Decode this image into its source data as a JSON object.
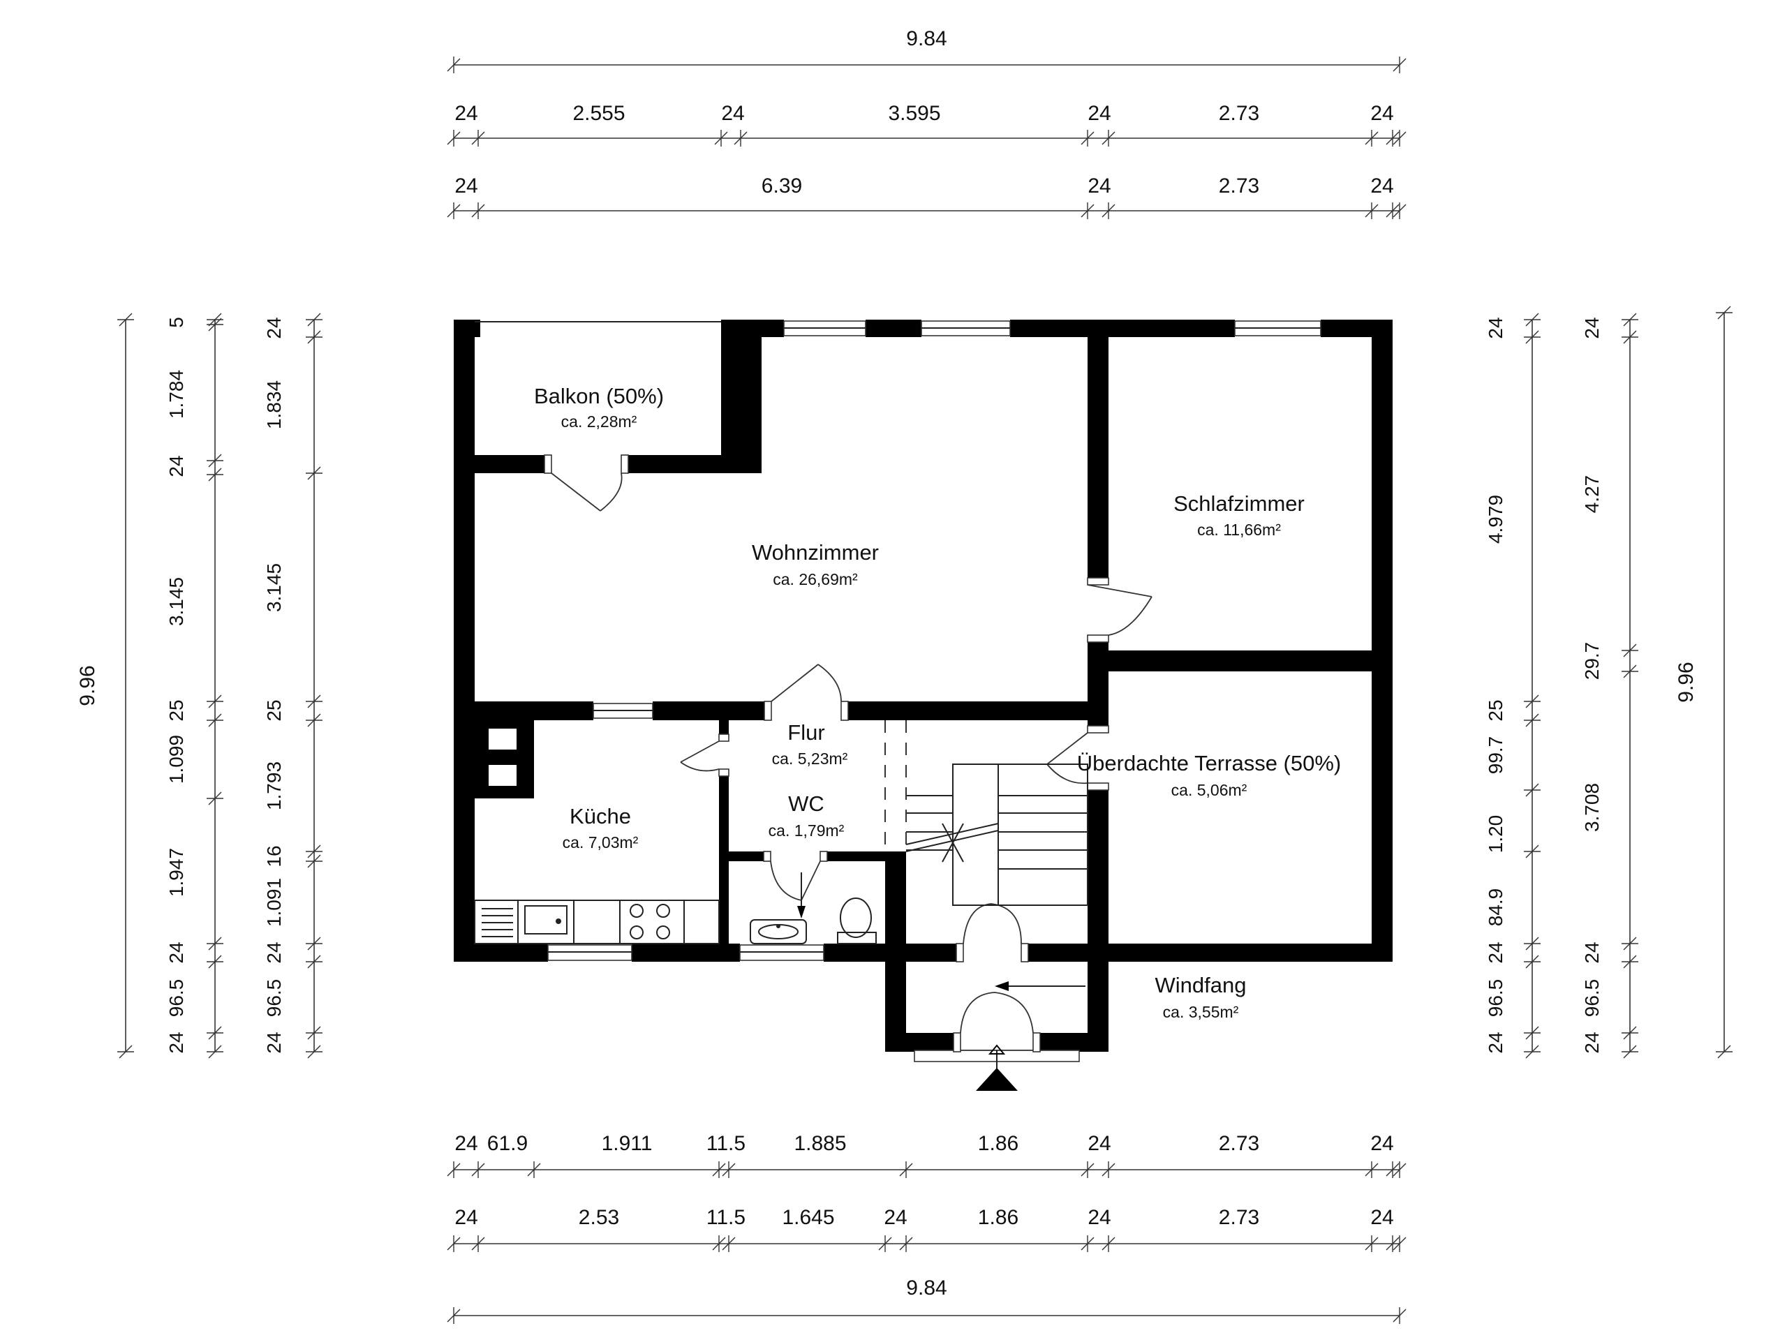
{
  "rooms": {
    "balkon": {
      "name": "Balkon (50%)",
      "area": "ca. 2,28m²"
    },
    "wohnzimmer": {
      "name": "Wohnzimmer",
      "area": "ca.  26,69m²"
    },
    "schlafzimmer": {
      "name": "Schlafzimmer",
      "area": "ca. 11,66m²"
    },
    "flur": {
      "name": "Flur",
      "area": "ca. 5,23m²"
    },
    "kueche": {
      "name": "Küche",
      "area": "ca. 7,03m²"
    },
    "wc": {
      "name": "WC",
      "area": "ca. 1,79m²"
    },
    "terrasse": {
      "name": "Überdachte Terrasse (50%)",
      "area": "ca. 5,06m²"
    },
    "windfang": {
      "name": "Windfang",
      "area": "ca. 3,55m²"
    }
  },
  "dimensions": {
    "top_total": "9.84",
    "top_row1": [
      "24",
      "2.555",
      "24",
      "3.595",
      "24",
      "2.73",
      "24"
    ],
    "top_row2": [
      "24",
      "6.39",
      "24",
      "2.73",
      "24"
    ],
    "bottom_row1": [
      "24",
      "61.9",
      "1.911",
      "11.5",
      "1.885",
      "1.86",
      "24",
      "2.73",
      "24"
    ],
    "bottom_row2": [
      "24",
      "2.53",
      "11.5",
      "1.645",
      "24",
      "1.86",
      "24",
      "2.73",
      "24"
    ],
    "bottom_total": "9.84",
    "left_total": "9.96",
    "left_col1": [
      "5",
      "1.784",
      "24",
      "3.145",
      "25",
      "1.099",
      "1.947",
      "24",
      "96.5",
      "24"
    ],
    "left_col2": [
      "24",
      "1.834",
      "3.145",
      "25",
      "1.793",
      "16",
      "1.091",
      "24",
      "96.5",
      "24"
    ],
    "right_col1": [
      "24",
      "4.979",
      "25",
      "99.7",
      "1.20",
      "84.9",
      "24",
      "96.5",
      "24"
    ],
    "right_col2": [
      "24",
      "4.27",
      "29.7",
      "3.708",
      "24",
      "96.5",
      "24"
    ],
    "right_total": "9.96"
  }
}
